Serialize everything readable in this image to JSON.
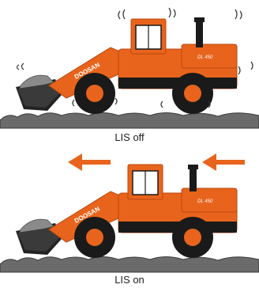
{
  "figure": {
    "panels": [
      {
        "caption": "LIS off",
        "brand": "DOOSAN",
        "model": "DL 450",
        "state": "off"
      },
      {
        "caption": "LIS on",
        "brand": "DOOSAN",
        "model": "DL 450",
        "state": "on"
      }
    ],
    "colors": {
      "body": "#e8641c",
      "body_dark": "#b8470f",
      "black": "#1a1a1a",
      "ground": "#6b6b6b",
      "ground_dark": "#4a4a4a",
      "load": "#8a8a8a",
      "arrow": "#e8641c"
    }
  }
}
